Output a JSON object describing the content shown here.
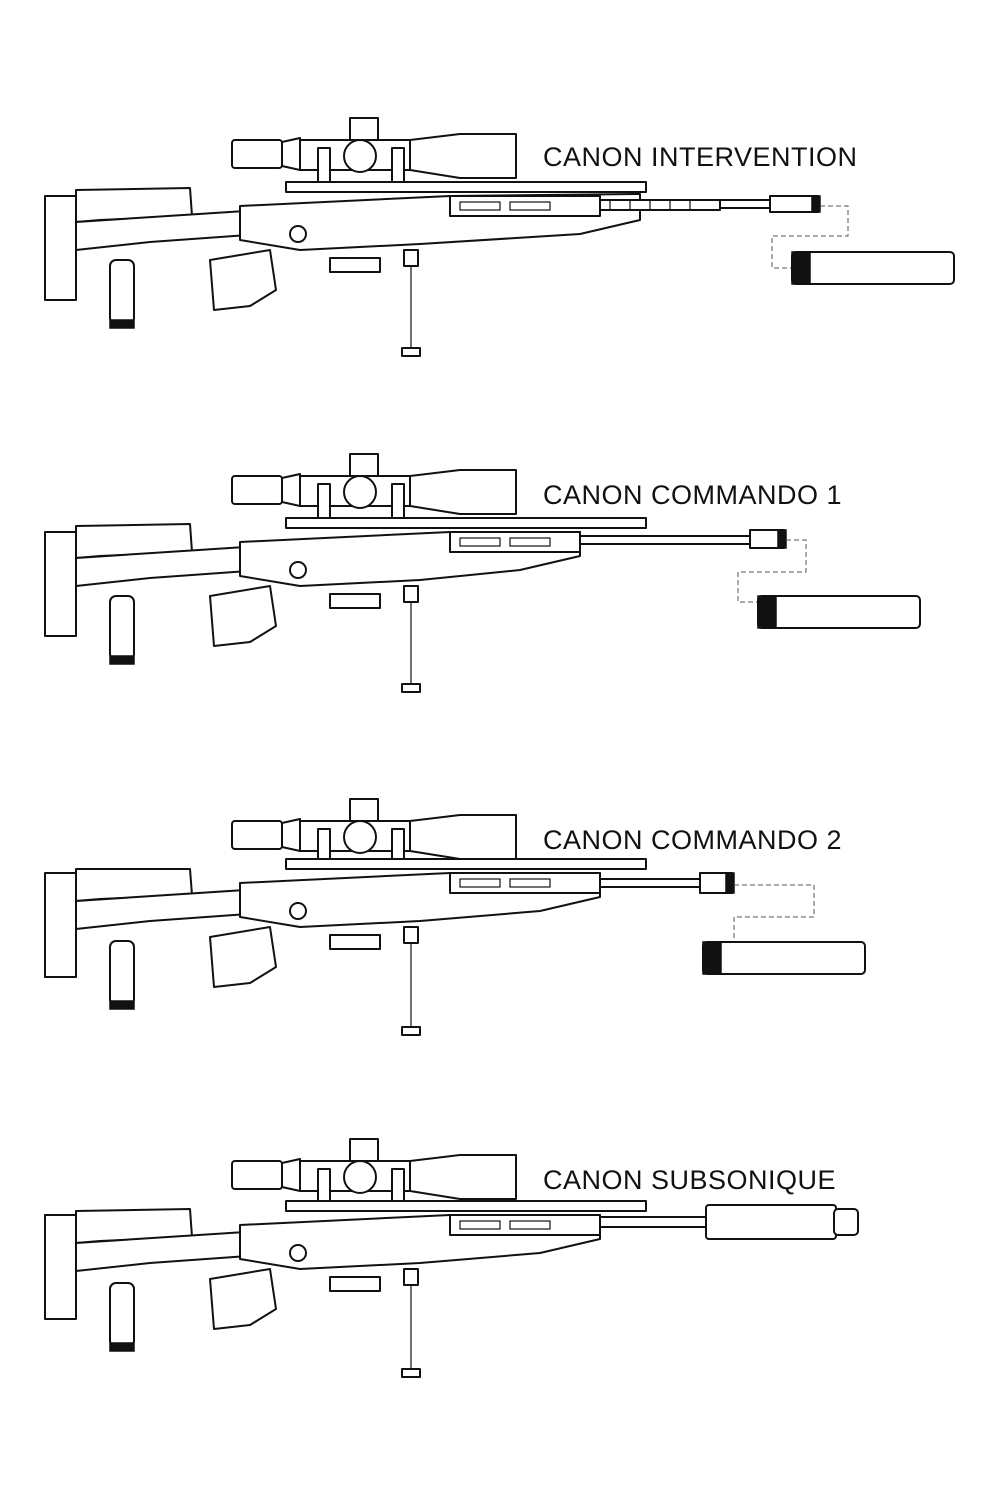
{
  "configurations": [
    {
      "title": "CANON INTERVENTION",
      "barrel": "long",
      "suppressor": "detached"
    },
    {
      "title": "CANON COMMANDO 1",
      "barrel": "medium",
      "suppressor": "detached"
    },
    {
      "title": "CANON COMMANDO 2",
      "barrel": "short",
      "suppressor": "detached"
    },
    {
      "title": "CANON SUBSONIQUE",
      "barrel": "integral",
      "suppressor": "attached"
    }
  ],
  "colors": {
    "line": "#111111",
    "background": "#ffffff"
  }
}
